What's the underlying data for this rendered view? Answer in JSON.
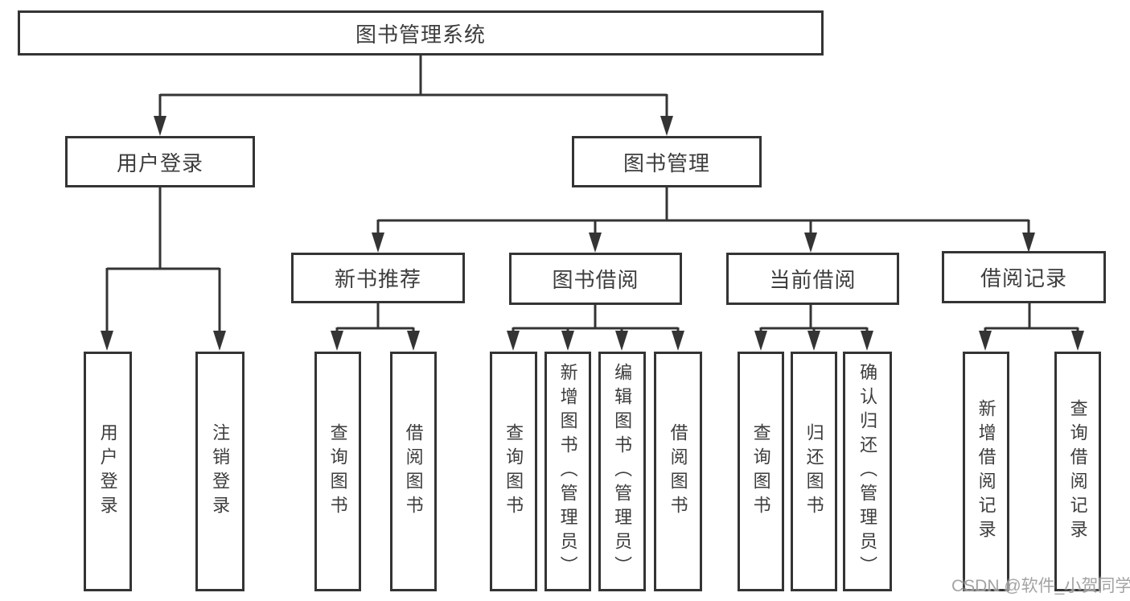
{
  "tree": {
    "root": {
      "label": "图书管理系统"
    },
    "level2": [
      {
        "label": "用户登录",
        "children": [
          {
            "label": "用户登录"
          },
          {
            "label": "注销登录"
          }
        ]
      },
      {
        "label": "图书管理",
        "children": [
          {
            "label": "新书推荐",
            "children": [
              {
                "label": "查询图书"
              },
              {
                "label": "借阅图书"
              }
            ]
          },
          {
            "label": "图书借阅",
            "children": [
              {
                "label": "查询图书"
              },
              {
                "label": "新增图书（管理员）"
              },
              {
                "label": "编辑图书（管理员）"
              },
              {
                "label": "借阅图书"
              }
            ]
          },
          {
            "label": "当前借阅",
            "children": [
              {
                "label": "查询图书"
              },
              {
                "label": "归还图书"
              },
              {
                "label": "确认归还（管理员）"
              }
            ]
          },
          {
            "label": "借阅记录",
            "children": [
              {
                "label": "新增借阅记录"
              },
              {
                "label": "查询借阅记录"
              }
            ]
          }
        ]
      }
    ]
  },
  "watermark": {
    "text": "CSDN @软件_小贺同学"
  },
  "colors": {
    "line": "#343434",
    "text": "#3d3d3d",
    "background": "#ffffff",
    "watermark": "#9c9c9c"
  }
}
